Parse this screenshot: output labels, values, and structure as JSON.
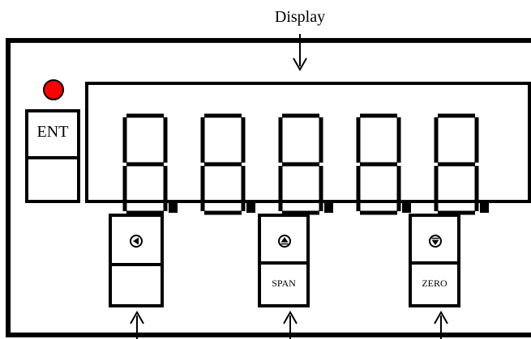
{
  "diagram": {
    "display_label": "Display",
    "display_digits": [
      "8.",
      "8.",
      "8.",
      "8.",
      "8."
    ],
    "digit_color": "#000000",
    "indicator_led_color": "#ff0000"
  },
  "keys": {
    "ent": {
      "top_label": "ENT",
      "bottom_label": ""
    },
    "left": {
      "icon": "left-arrow-icon",
      "bottom_label": ""
    },
    "up": {
      "icon": "up-arrow-icon",
      "bottom_label": "SPAN"
    },
    "down": {
      "icon": "down-arrow-icon",
      "bottom_label": "ZERO"
    }
  }
}
